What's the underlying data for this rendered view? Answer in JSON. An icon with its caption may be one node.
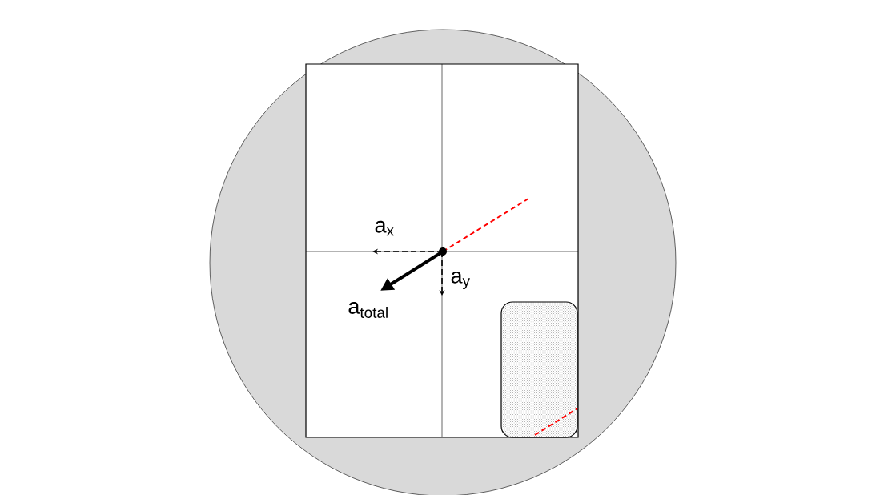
{
  "diagram": {
    "labels": [
      "a$_{x}$",
      "a$_{y}$",
      "a$_{total}$"
    ]
  }
}
